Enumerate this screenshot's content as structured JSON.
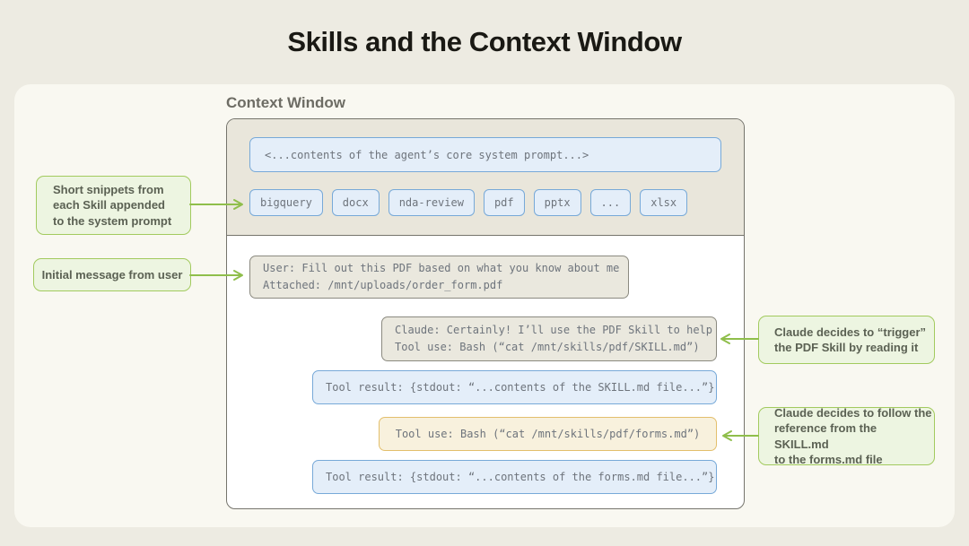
{
  "title": "Skills and the Context Window",
  "context_window": {
    "label": "Context Window",
    "system_prompt": "<...contents of the agent’s core system prompt...>",
    "skills": [
      "bigquery",
      "docx",
      "nda-review",
      "pdf",
      "pptx",
      "...",
      "xlsx"
    ],
    "user_message": {
      "lines": [
        "User: Fill out this PDF based on what you know about me",
        "Attached: /mnt/uploads/order_form.pdf"
      ]
    },
    "claude_message": {
      "lines": [
        "Claude: Certainly! I’ll use the PDF Skill to help",
        "Tool use: Bash (“cat /mnt/skills/pdf/SKILL.md”)"
      ]
    },
    "tool_result_skill": "Tool result: {stdout: “...contents of the SKILL.md file...”}",
    "tool_use_forms": "Tool use: Bash (“cat /mnt/skills/pdf/forms.md”)",
    "tool_result_forms": "Tool result: {stdout: “...contents of the forms.md file...”}"
  },
  "callouts": {
    "skills_snippets": {
      "lines": [
        "Short snippets from",
        "each Skill appended",
        "to the system prompt"
      ]
    },
    "initial_message": {
      "lines": [
        "Initial message from user"
      ]
    },
    "trigger_skill": {
      "lines": [
        "Claude decides to “trigger”",
        "the PDF Skill by reading it"
      ]
    },
    "follow_reference": {
      "lines": [
        "Claude decides to follow the",
        "reference from the SKILL.md",
        "to the forms.md file"
      ]
    }
  },
  "colors": {
    "page_background": "#EDEBE2",
    "panel_background": "#F9F8F1",
    "context_top_background": "#E9E6DB",
    "blue_border": "#77A9D8",
    "blue_fill": "#E4EEF9",
    "gray_border": "#8B8A80",
    "gray_fill": "#EAE8DE",
    "orange_border": "#E3BF6C",
    "orange_fill": "#F8F1DD",
    "green_border": "#A2CA5E",
    "green_fill": "#EDF5E1",
    "arrow_green": "#8FBE4B"
  }
}
